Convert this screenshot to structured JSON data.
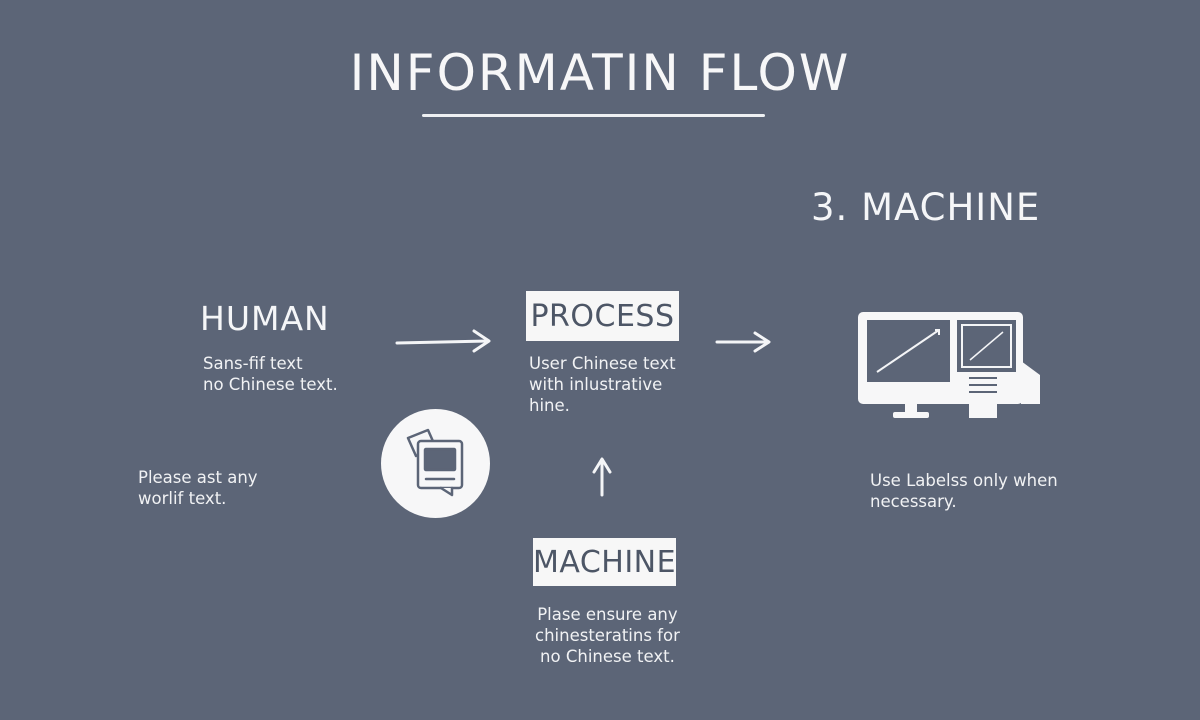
{
  "diagram": {
    "title": "INFORMATIN FLOW",
    "human": {
      "title": "HUMAN",
      "note": "Sans-fif text\nno Chinese text."
    },
    "left_note": "Please ast any\nworlif text.",
    "process": {
      "title": "PROCESS",
      "note": "User Chinese text\nwith inlustrative\nhine."
    },
    "machine": {
      "title": "MACHINE",
      "note": "Plase ensure any\nchinesteratins for\nno Chinese text."
    },
    "machine3": {
      "title": "3. MACHINE"
    },
    "right_note": "Use Labelss only when\nnecessary.",
    "icons": [
      "document-icon",
      "computer-icon"
    ],
    "colors": {
      "background": "#5c6577",
      "foreground": "#f4f5f7",
      "box_text": "#4d5666"
    }
  }
}
